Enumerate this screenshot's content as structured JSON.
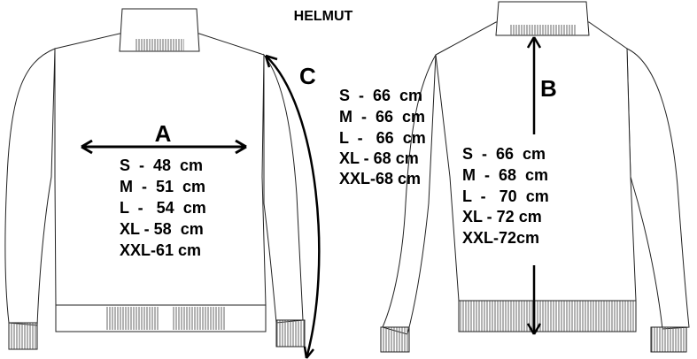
{
  "title": "HELMUT",
  "measurements": {
    "A": {
      "label": "A",
      "rows": [
        "S  -  48  cm",
        "M  -  51  cm",
        "L  -   54  cm",
        "XL - 58  cm",
        "XXL-61 cm"
      ]
    },
    "C": {
      "label": "C",
      "rows": [
        "S  -  66  cm",
        "M  -  66  cm",
        "L  -   66  cm",
        "XL - 68 cm",
        "XXL-68 cm"
      ]
    },
    "B": {
      "label": "B",
      "rows": [
        "S  -  66  cm",
        "M  -  68  cm",
        "L  -   70  cm",
        "XL - 72 cm",
        "XXL-72cm"
      ]
    }
  },
  "colors": {
    "line": "#222222",
    "text": "#000000"
  }
}
